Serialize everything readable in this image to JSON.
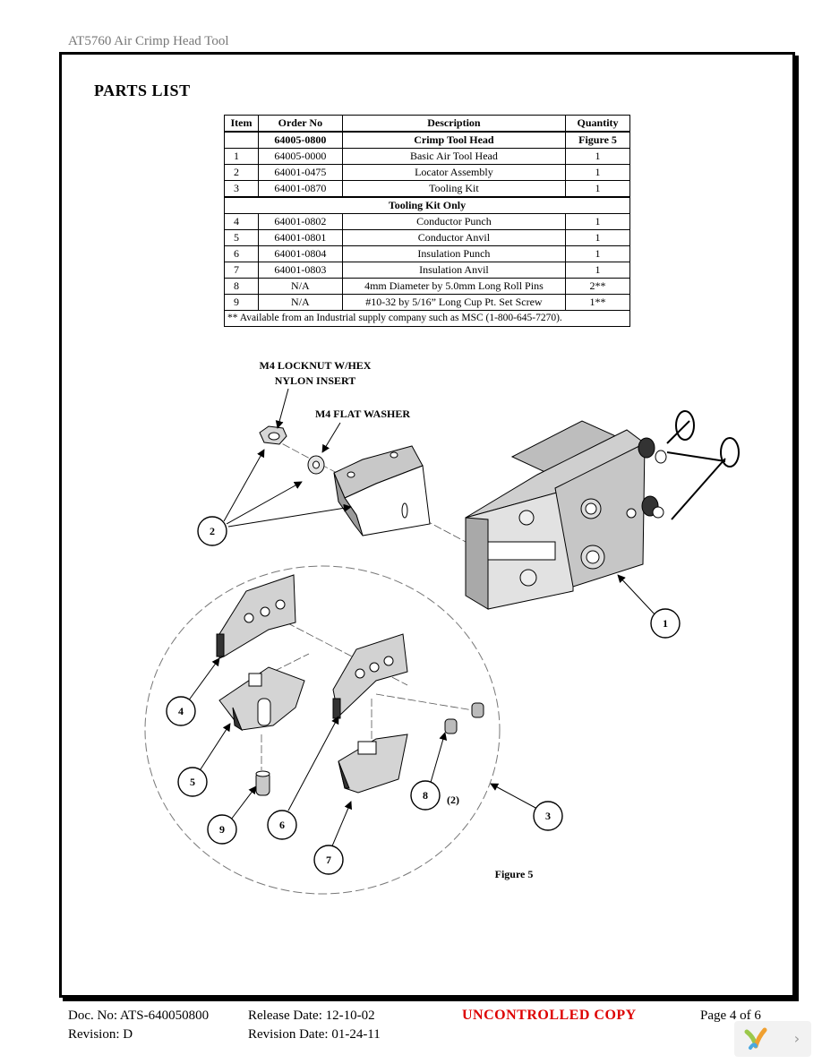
{
  "header": {
    "doc_title": "AT5760 Air Crimp Head Tool"
  },
  "parts_list": {
    "title": "PARTS LIST",
    "columns": [
      "Item",
      "Order No",
      "Description",
      "Quantity"
    ],
    "head_row": {
      "item": "",
      "order_no": "64005-0800",
      "description": "Crimp Tool Head",
      "quantity": "Figure 5"
    },
    "rows_a": [
      {
        "item": "1",
        "order_no": "64005-0000",
        "description": "Basic Air Tool Head",
        "quantity": "1"
      },
      {
        "item": "2",
        "order_no": "64001-0475",
        "description": "Locator Assembly",
        "quantity": "1"
      },
      {
        "item": "3",
        "order_no": "64001-0870",
        "description": "Tooling Kit",
        "quantity": "1"
      }
    ],
    "section_label": "Tooling Kit Only",
    "rows_b": [
      {
        "item": "4",
        "order_no": "64001-0802",
        "description": "Conductor Punch",
        "quantity": "1"
      },
      {
        "item": "5",
        "order_no": "64001-0801",
        "description": "Conductor Anvil",
        "quantity": "1"
      },
      {
        "item": "6",
        "order_no": "64001-0804",
        "description": "Insulation Punch",
        "quantity": "1"
      },
      {
        "item": "7",
        "order_no": "64001-0803",
        "description": "Insulation Anvil",
        "quantity": "1"
      },
      {
        "item": "8",
        "order_no": "N/A",
        "description": "4mm Diameter by 5.0mm Long Roll Pins",
        "quantity": "2**"
      },
      {
        "item": "9",
        "order_no": "N/A",
        "description": "#10-32 by 5/16” Long Cup Pt. Set Screw",
        "quantity": "1**"
      }
    ],
    "footnote": "** Available from an Industrial supply company such as MSC (1-800-645-7270)."
  },
  "figure": {
    "caption": "Figure 5",
    "label_locknut_1": "M4 LOCKNUT W/HEX",
    "label_locknut_2": "NYLON INSERT",
    "label_washer": "M4 FLAT WASHER",
    "qty_note_8": "(2)",
    "callouts": {
      "c1": "1",
      "c2": "2",
      "c3": "3",
      "c4": "4",
      "c5": "5",
      "c6": "6",
      "c7": "7",
      "c8": "8",
      "c9": "9"
    }
  },
  "footer": {
    "doc_no": "Doc. No: ATS-640050800",
    "revision": "Revision: D",
    "release_date": "Release Date: 12-10-02",
    "revision_date": "Revision Date: 01-24-11",
    "uncontrolled": "UNCONTROLLED COPY",
    "page": "Page 4 of 6"
  },
  "nav": {
    "next_icon": "chevron-right-icon",
    "logo_icon": "viewer-logo-icon"
  },
  "colors": {
    "uncontrolled": "#dd0000",
    "frame": "#000000",
    "header_text": "#777777"
  }
}
